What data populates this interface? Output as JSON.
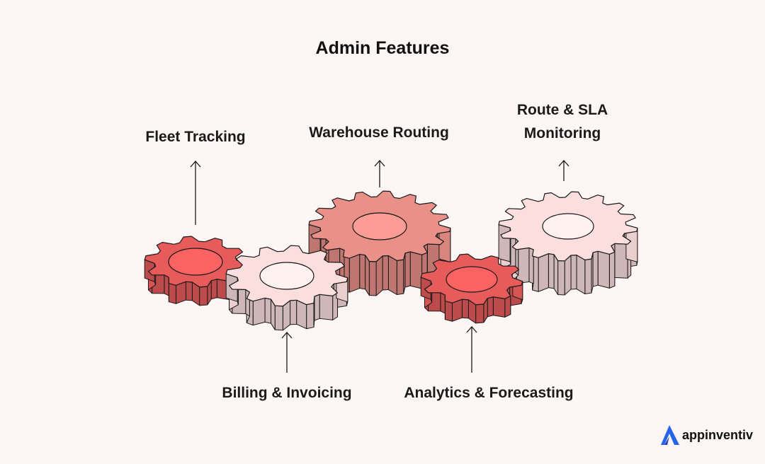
{
  "title": "Admin Features",
  "labels": {
    "fleet": "Fleet Tracking",
    "warehouse": "Warehouse Routing",
    "route_line1": "Route & SLA",
    "route_line2": "Monitoring",
    "billing": "Billing & Invoicing",
    "analytics": "Analytics & Forecasting"
  },
  "brand": {
    "name": "appinventiv",
    "icon": "appinventiv-logo-icon"
  },
  "colors": {
    "background": "#fdf6f5",
    "red": "#e85b5b",
    "salmon": "#e99089",
    "pale": "#fbdfde",
    "outline": "#1a1a1a",
    "brand_blue": "#2563eb"
  }
}
